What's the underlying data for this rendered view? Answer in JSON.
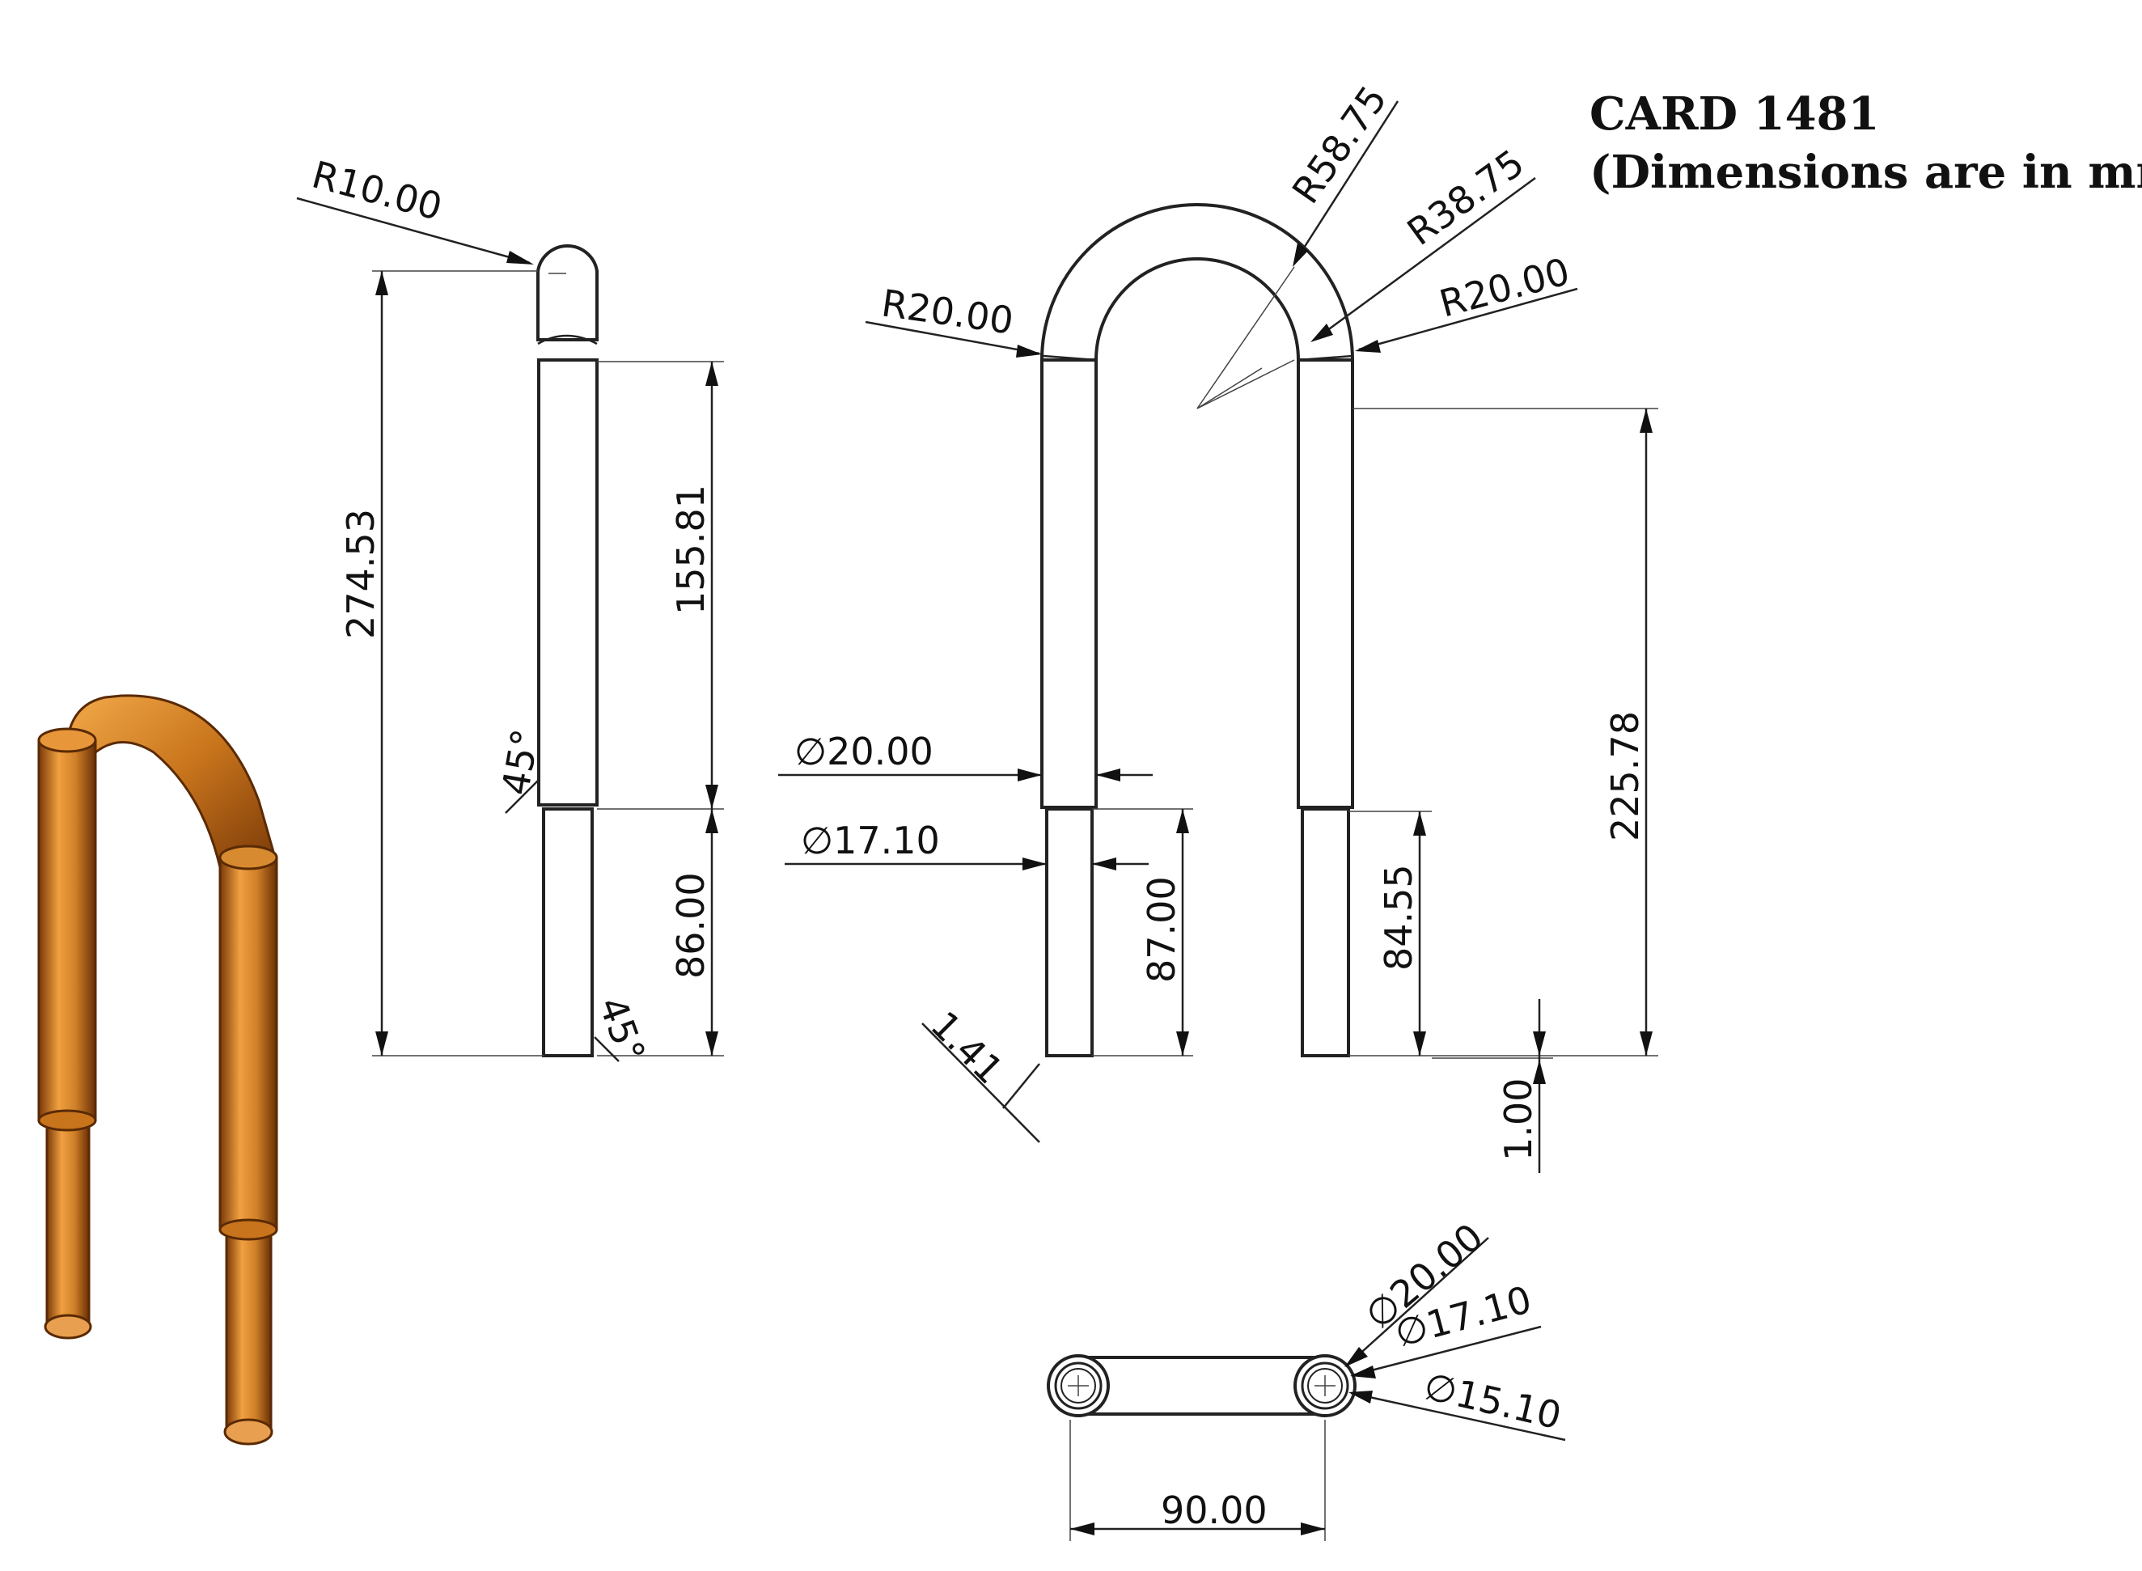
{
  "title": {
    "card": "CARD 1481",
    "units_note": "(Dimensions are in mm)"
  },
  "side_view": {
    "radius_tip": "R10.00",
    "total_length": "274.53",
    "upper_length": "155.81",
    "lower_length": "86.00",
    "chamfer_upper": "45°",
    "chamfer_lower": "45°"
  },
  "front_view": {
    "radius_outer": "R58.75",
    "radius_inner": "R38.75",
    "radius_left_joint": "R20.00",
    "radius_right_joint": "R20.00",
    "outer_diameter": "∅20.00",
    "inner_diameter": "∅17.10",
    "left_lower_length": "87.00",
    "right_lower_length": "84.55",
    "overall_height": "225.78",
    "offset": "1.00",
    "chamfer": "1.41"
  },
  "top_view": {
    "diameter_outer": "∅20.00",
    "diameter_mid": "∅17.10",
    "diameter_inner": "∅15.10",
    "center_spacing": "90.00"
  },
  "colors": {
    "copper_light": "#f0a040",
    "copper_mid": "#c8741c",
    "copper_dark": "#7a3a08",
    "line": "#222222"
  }
}
